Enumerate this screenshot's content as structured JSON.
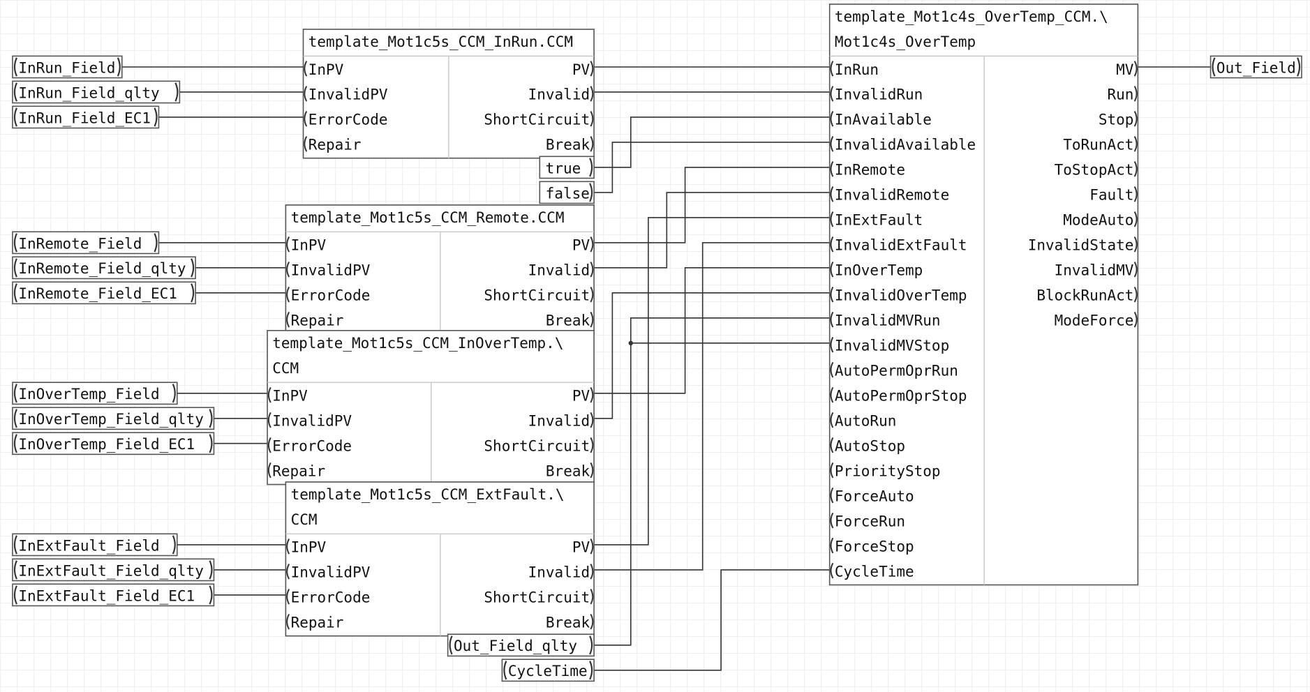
{
  "blocks": {
    "inrun": {
      "title": [
        "template_Mot1c5s_CCM_InRun.CCM"
      ],
      "inputs": [
        "InPV",
        "InvalidPV",
        "ErrorCode",
        "Repair"
      ],
      "outputs": [
        "PV",
        "Invalid",
        "ShortCircuit",
        "Break"
      ]
    },
    "remote": {
      "title": [
        "template_Mot1c5s_CCM_Remote.CCM"
      ],
      "inputs": [
        "InPV",
        "InvalidPV",
        "ErrorCode",
        "Repair"
      ],
      "outputs": [
        "PV",
        "Invalid",
        "ShortCircuit",
        "Break"
      ]
    },
    "overtemp": {
      "title": [
        "template_Mot1c5s_CCM_InOverTemp.\\",
        "CCM"
      ],
      "inputs": [
        "InPV",
        "InvalidPV",
        "ErrorCode",
        "Repair"
      ],
      "outputs": [
        "PV",
        "Invalid",
        "ShortCircuit",
        "Break"
      ]
    },
    "extfault": {
      "title": [
        "template_Mot1c5s_CCM_ExtFault.\\",
        "CCM"
      ],
      "inputs": [
        "InPV",
        "InvalidPV",
        "ErrorCode",
        "Repair"
      ],
      "outputs": [
        "PV",
        "Invalid",
        "ShortCircuit",
        "Break"
      ]
    },
    "main": {
      "title": [
        "template_Mot1c4s_OverTemp_CCM.\\",
        "Mot1c4s_OverTemp"
      ],
      "inputs": [
        "InRun",
        "InvalidRun",
        "InAvailable",
        "InvalidAvailable",
        "InRemote",
        "InvalidRemote",
        "InExtFault",
        "InvalidExtFault",
        "InOverTemp",
        "InvalidOverTemp",
        "InvalidMVRun",
        "InvalidMVStop",
        "AutoPermOprRun",
        "AutoPermOprStop",
        "AutoRun",
        "AutoStop",
        "PriorityStop",
        "ForceAuto",
        "ForceRun",
        "ForceStop",
        "CycleTime"
      ],
      "outputs": [
        "MV",
        "Run",
        "Stop",
        "ToRunAct",
        "ToStopAct",
        "Fault",
        "ModeAuto",
        "InvalidState",
        "InvalidMV",
        "BlockRunAct",
        "ModeForce"
      ]
    }
  },
  "variables": {
    "inrun_field": "InRun_Field",
    "inrun_qlty": "InRun_Field_qlty",
    "inrun_ec1": "InRun_Field_EC1",
    "inremote_field": "InRemote_Field",
    "inremote_qlty": "InRemote_Field_qlty",
    "inremote_ec1": "InRemote_Field_EC1",
    "inovertemp_field": "InOverTemp_Field",
    "inovertemp_qlty": "InOverTemp_Field_qlty",
    "inovertemp_ec1": "InOverTemp_Field_EC1",
    "inextfault_field": "InExtFault_Field",
    "inextfault_qlty": "InExtFault_Field_qlty",
    "inextfault_ec1": "InExtFault_Field_EC1",
    "out_field": "Out_Field",
    "out_qlty": "Out_Field_qlty",
    "cycletime": "CycleTime"
  },
  "constants": {
    "true": "true",
    "false": "false"
  },
  "colors": {
    "wire": "#333333",
    "block_border": "#555555",
    "divider": "#c8c8c8"
  }
}
